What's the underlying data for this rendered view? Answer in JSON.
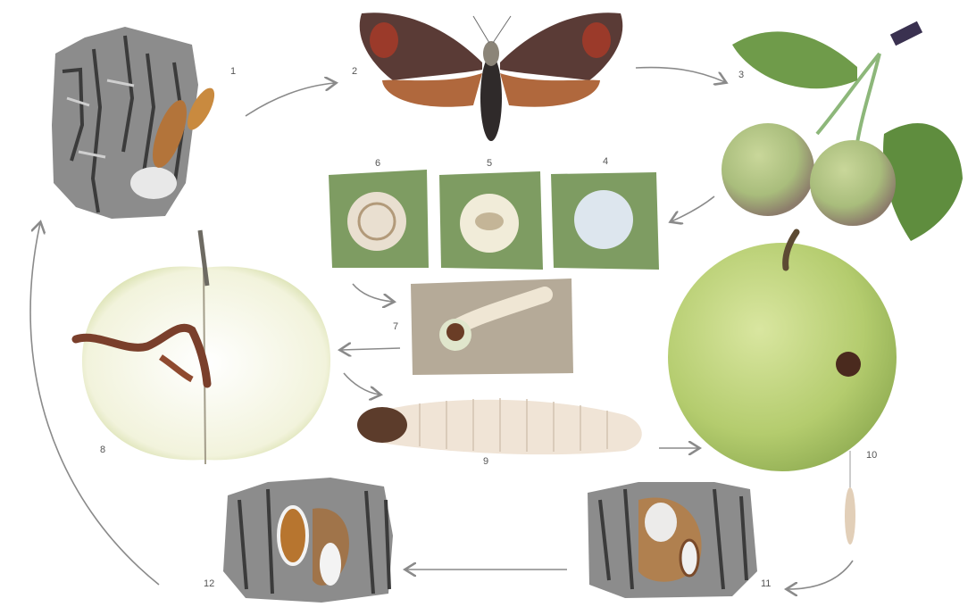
{
  "labels": {
    "n1": "1",
    "n2": "2",
    "n3": "3",
    "n4": "4",
    "n5": "5",
    "n6": "6",
    "n7": "7",
    "n8": "8",
    "n9": "9",
    "n10": "10",
    "n11": "11",
    "n12": "12"
  },
  "colors": {
    "background": "#ffffff",
    "bark_light": "#8c8c8c",
    "bark_dark": "#3b3b3b",
    "moth_wing": "#5a3b36",
    "moth_hindwing": "#b0683d",
    "leaf": "#6f9b4a",
    "apple_green": "#bcd27a",
    "apple_flesh": "#f3f3df",
    "egg_background": "#7e9c62",
    "larva": "#f0e4d6",
    "arrow": "#8a8a8a"
  }
}
